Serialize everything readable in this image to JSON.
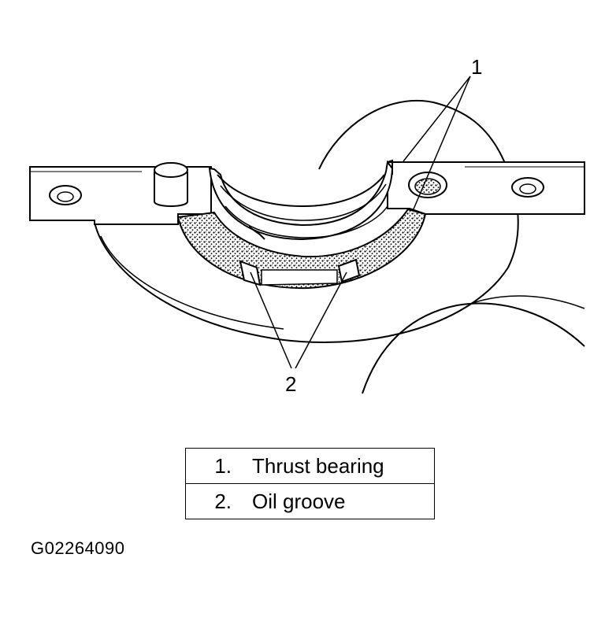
{
  "callouts": {
    "label_1": "1",
    "label_2": "2"
  },
  "legend": [
    {
      "number": "1.",
      "text": "Thrust bearing"
    },
    {
      "number": "2.",
      "text": "Oil groove"
    }
  ],
  "figure_code": "G02264090"
}
